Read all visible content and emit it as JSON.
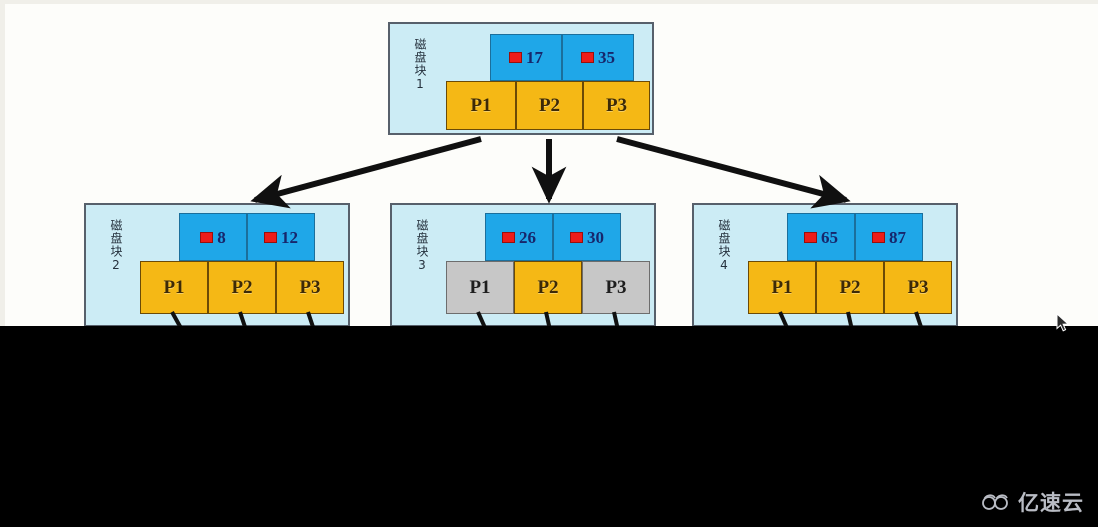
{
  "diagram": {
    "title": "B-tree disk block structure diagram",
    "colors": {
      "node_fill": "#ccecf5",
      "node_border": "#57606b",
      "key_fill": "#1fa7e8",
      "key_text": "#17266b",
      "key_swatch": "#ee1c18",
      "pointer_fill": "#f5b815",
      "pointer_border": "#6b4a06",
      "pointer_disabled_fill": "#c7c7c7",
      "arrow": "#101010",
      "background": "#fdfdfa",
      "crop_bar": "#000000"
    },
    "nodes": [
      {
        "id": "root",
        "label_lines": "磁盘块",
        "label_index": "1",
        "keys": [
          {
            "swatch": "red-square-icon",
            "value": "17"
          },
          {
            "swatch": "red-square-icon",
            "value": "35"
          }
        ],
        "pointers": [
          {
            "label": "P1",
            "state": "active"
          },
          {
            "label": "P2",
            "state": "active"
          },
          {
            "label": "P3",
            "state": "active"
          }
        ]
      },
      {
        "id": "child-left",
        "label_lines": "磁盘块",
        "label_index": "2",
        "keys": [
          {
            "swatch": "red-square-icon",
            "value": "8"
          },
          {
            "swatch": "red-square-icon",
            "value": "12"
          }
        ],
        "pointers": [
          {
            "label": "P1",
            "state": "active"
          },
          {
            "label": "P2",
            "state": "active"
          },
          {
            "label": "P3",
            "state": "active"
          }
        ]
      },
      {
        "id": "child-middle",
        "label_lines": "磁盘块",
        "label_index": "3",
        "keys": [
          {
            "swatch": "red-square-icon",
            "value": "26"
          },
          {
            "swatch": "red-square-icon",
            "value": "30"
          }
        ],
        "pointers": [
          {
            "label": "P1",
            "state": "disabled"
          },
          {
            "label": "P2",
            "state": "active"
          },
          {
            "label": "P3",
            "state": "disabled"
          }
        ]
      },
      {
        "id": "child-right",
        "label_lines": "磁盘块",
        "label_index": "4",
        "keys": [
          {
            "swatch": "red-square-icon",
            "value": "65"
          },
          {
            "swatch": "red-square-icon",
            "value": "87"
          }
        ],
        "pointers": [
          {
            "label": "P1",
            "state": "active"
          },
          {
            "label": "P2",
            "state": "active"
          },
          {
            "label": "P3",
            "state": "active"
          }
        ]
      }
    ],
    "edges": [
      {
        "from": "root.P1",
        "to": "child-left",
        "direction": "down-left"
      },
      {
        "from": "root.P2",
        "to": "child-middle",
        "direction": "down"
      },
      {
        "from": "root.P3",
        "to": "child-right",
        "direction": "down-right"
      }
    ]
  },
  "watermark": {
    "icon": "cloud-icon",
    "text": "亿速云"
  }
}
